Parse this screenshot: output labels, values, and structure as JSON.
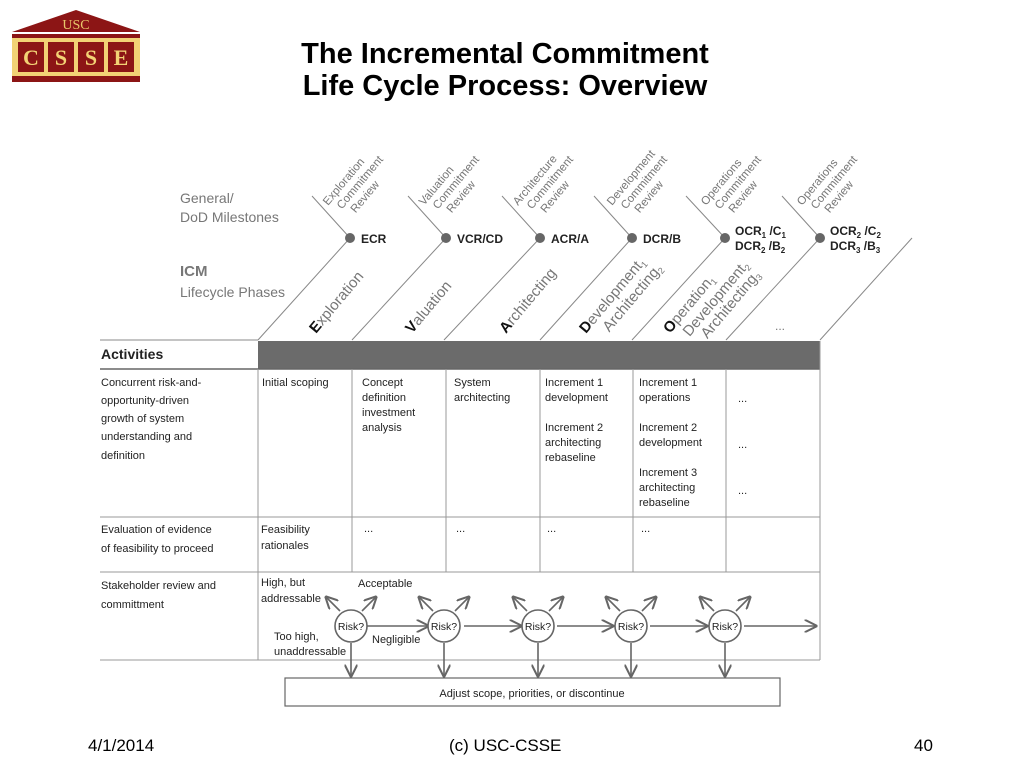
{
  "title": {
    "line1": "The Incremental Commitment",
    "line2": "Life Cycle Process:  Overview"
  },
  "logo": {
    "top_text": "USC",
    "letters": [
      "C",
      "S",
      "S",
      "E"
    ]
  },
  "diagram": {
    "milestones_label": [
      "General/",
      "DoD Milestones"
    ],
    "icm_label": "ICM",
    "phases_label": "Lifecycle Phases",
    "reviews": [
      [
        "Exploration",
        "Commitment",
        "Review"
      ],
      [
        "Valuation",
        "Commitment",
        "Review"
      ],
      [
        "Architecture",
        "Commitment",
        "Review"
      ],
      [
        "Development",
        "Commitment",
        "Review"
      ],
      [
        "Operations",
        "Commitment",
        "Review"
      ],
      [
        "Operations",
        "Commitment",
        "Review"
      ]
    ],
    "milestones": [
      "ECR",
      "VCR/CD",
      "ACR/A",
      "DCR/B"
    ],
    "ocr1": {
      "line1": "OCR",
      "sub1": "1",
      "mid1": " /C",
      "sub1b": "1",
      "line2": "DCR",
      "sub2": "2",
      "mid2": " /B",
      "sub2b": "2"
    },
    "ocr2": {
      "line1": "OCR",
      "sub1": "2",
      "mid1": " /C",
      "sub1b": "2",
      "line2": "DCR",
      "sub2": "3",
      "mid2": " /B",
      "sub2b": "3"
    },
    "phases": [
      {
        "initial": "E",
        "rest": "xploration"
      },
      {
        "initial": "V",
        "rest": "aluation"
      },
      {
        "initial": "A",
        "rest": "rchitecting"
      }
    ],
    "phase_dev": {
      "initial": "D",
      "rest": "evelopment",
      "sub": "1",
      "line2": "Architecting",
      "sub2": "2"
    },
    "phase_ops": {
      "initial": "O",
      "rest": "peration",
      "sub": "1",
      "line2": "Development",
      "sub2": "2",
      "line3": "Architecting",
      "sub3": "3"
    },
    "phase_more": "...",
    "activities_header": "Activities",
    "row1_label": [
      "Concurrent risk-and-",
      "opportunity-driven",
      "growth of system",
      "understanding and",
      "definition"
    ],
    "row1_cells": [
      [
        "Initial scoping"
      ],
      [
        "Concept",
        "definition",
        "investment",
        "analysis"
      ],
      [
        "System",
        "architecting"
      ],
      [
        "Increment 1",
        "development",
        "",
        "Increment 2",
        "architecting",
        "rebaseline"
      ],
      [
        "Increment 1",
        "operations",
        "",
        "Increment 2",
        "development",
        "",
        "Increment 3",
        "architecting",
        "rebaseline"
      ],
      [
        "...",
        "",
        "",
        "...",
        "",
        "",
        "..."
      ]
    ],
    "row2_label": [
      "Evaluation of evidence",
      "of feasibility to proceed"
    ],
    "row2_cells": [
      [
        "Feasibility",
        "rationales"
      ],
      [
        "..."
      ],
      [
        "..."
      ],
      [
        "..."
      ],
      [
        "..."
      ]
    ],
    "row3_label": [
      "Stakeholder review and",
      "committment"
    ],
    "high_but": [
      "High, but",
      "addressable"
    ],
    "acceptable": "Acceptable",
    "too_high": [
      "Too high,",
      "unaddressable"
    ],
    "negligible": "Negligible",
    "risk_label": "Risk?",
    "adjust_label": "Adjust scope, priorities, or discontinue"
  },
  "footer": {
    "date": "4/1/2014",
    "center": "(c) USC-CSSE",
    "page": "40"
  }
}
